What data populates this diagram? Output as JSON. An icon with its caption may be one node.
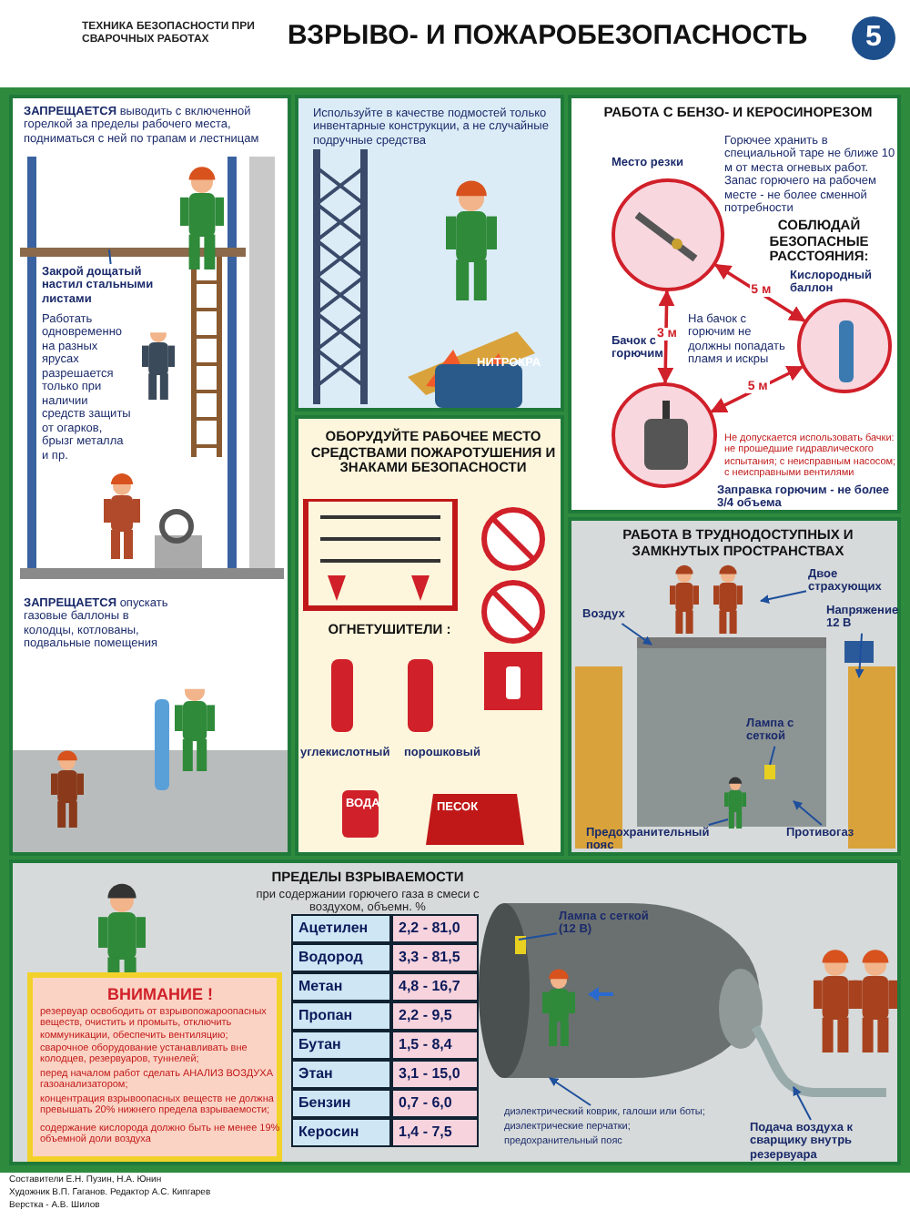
{
  "diagram": {
    "title": "ВЗРЫВО- И ПОЖАРОБЕЗОПАСНОСТЬ",
    "nodes": [
      {
        "text": [
          "**ЗАПРЕЩАЕТСЯ** выводить с включенной горелкой за пределы рабочего места, подниматься с ней по трапам и лестницам",
          "Работать одновременно на разных ярусах разрешается только при наличии средств защиты от огарков, брызг металла и пр.",
          "**ЗАПРЕЩАЕТСЯ** опускать газовые баллоны в колодцы, котлованы, подвальные помещения"
        ]
      },
      {
        "text": [
          "Закрой дощатый настил стальными листами"
        ],
        "in": 0
      },
      {
        "text": [
          "Используйте в качестве подмостей только инвентарные конструкции, а не случайные подручные средства"
        ]
      },
      {
        "text": [
          "ОБОРУДУЙТЕ РАБОЧЕЕ МЕСТО СРЕДСТВАМИ ПОЖАРОТУШЕНИЯ И ЗНАКАМИ БЕЗОПАСНОСТИ",
          "ОГНЕТУШИТЕЛИ :"
        ]
      },
      {
        "text": [
          "РАБОТА С БЕНЗО- И КЕРОСИНОРЕЗОМ",
          "Горючее хранить в специальной таре не ближе 10 м от места огневых работ. Запас горючего на рабочем месте - не более сменной потребности",
          "СОБЛЮДАЙ БЕЗОПАСНЫЕ РАССТОЯНИЯ:",
          "На бачок с горючим не должны попадать пламя и искры",
          "Не допускается использовать бачки: не прошедшие гидравлического испытания; с неисправным насосом; с неисправными вентилями"
        ]
      },
      {
        "text": [],
        "shape": "circle",
        "in": 4,
        "beside": [
          "Место резки"
        ]
      },
      {
        "text": [],
        "shape": "circle",
        "in": 4,
        "beside": [
          "Кислородный баллон"
        ]
      },
      {
        "text": [],
        "shape": "circle",
        "in": 4,
        "beside": [
          "Бачок с горючим",
          "Заправка горючим - не более 3/4 объема"
        ]
      },
      {
        "text": [
          "РАБОТА В ТРУДНОДОСТУПНЫХ И ЗАМКНУТЫХ ПРОСТРАНСТВАХ"
        ]
      },
      {
        "text": [
          "Воздух"
        ],
        "in": 8
      },
      {
        "text": [
          "Двое страхующих"
        ],
        "in": 8
      },
      {
        "text": [
          "Напряжение 12 В"
        ],
        "in": 8
      },
      {
        "text": [
          "Лампа с сеткой"
        ],
        "in": 8
      },
      {
        "text": [
          "Предохранительный пояс"
        ],
        "in": 8
      },
      {
        "text": [
          "Противогаз"
        ],
        "in": 8
      },
      {
        "text": [
          "ПРЕДЕЛЫ ВЗРЫВАЕМОСТИ",
          "при содержании горючего газа в смеси с воздухом, объемн. %"
        ]
      },
      {
        "text": [
          "ВНИМАНИЕ !",
          "резервуар освободить от взрывопожароопасных веществ, очистить и промыть, отключить коммуникации, обеспечить вентиляцию;",
          "сварочное оборудование устанавливать вне колодцев, резервуаров, туннелей;",
          "перед началом работ сделать АНАЛИЗ ВОЗДУХА газоанализатором;",
          "концентрация взрывоопасных веществ не должна превышать 20% нижнего предела взрываемости;",
          "содержание кислорода должно быть не менее 19% объемной доли воздуха"
        ],
        "in": 15
      },
      {
        "text": [
          "Лампа с сеткой (12 В)"
        ],
        "in": 15
      },
      {
        "text": [
          "диэлектрический коврик, галоши или боты;",
          "диэлектрические перчатки;",
          "предохранительный пояс"
        ],
        "in": 15
      },
      {
        "text": [
          "Подача воздуха к сварщику внутрь резервуара"
        ],
        "in": 15
      }
    ],
    "edges": [
      {
        "from": 5,
        "to": 6,
        "arrow": "both",
        "label": "5 м",
        "color": "#d0202a"
      },
      {
        "from": 5,
        "to": 7,
        "arrow": "both",
        "label": "3 м",
        "color": "#d0202a"
      },
      {
        "from": 7,
        "to": 6,
        "arrow": "both",
        "label": "5 м",
        "color": "#d0202a"
      },
      {
        "from": 1,
        "to": null,
        "arrow": "none"
      },
      {
        "from": 9,
        "to": null,
        "arrow": "to"
      },
      {
        "from": 10,
        "to": null,
        "arrow": "to"
      },
      {
        "from": 11,
        "to": null,
        "arrow": "to"
      },
      {
        "from": 12,
        "to": null,
        "arrow": "none"
      },
      {
        "from": 13,
        "to": null,
        "arrow": "none"
      },
      {
        "from": 14,
        "to": null,
        "arrow": "to"
      },
      {
        "from": 17,
        "to": null,
        "arrow": "none"
      },
      {
        "from": 18,
        "to": null,
        "arrow": "to"
      },
      {
        "from": 19,
        "to": null,
        "arrow": "to"
      }
    ],
    "labels": [
      "ТЕХНИКА БЕЗОПАСНОСТИ ПРИ СВАРОЧНЫХ РАБОТАХ",
      "5",
      "НИТРОКРА",
      "углекислотный",
      "порошковый",
      "ВОДА",
      "ПЕСОК",
      "Ацетилен",
      "2,2 - 81,0",
      "Водород",
      "3,3 - 81,5",
      "Метан",
      "4,8 - 16,7",
      "Пропан",
      "2,2 - 9,5",
      "Бутан",
      "1,5 - 8,4",
      "Этан",
      "3,1 - 15,0",
      "Бензин",
      "0,7 - 6,0",
      "Керосин",
      "1,4 - 7,5",
      "Составители Е.Н. Пузин, Н.А. Юнин",
      "Художник В.П. Гаганов. Редактор А.С. Кипгарев",
      "Верстка - А.В. Шилов"
    ]
  }
}
